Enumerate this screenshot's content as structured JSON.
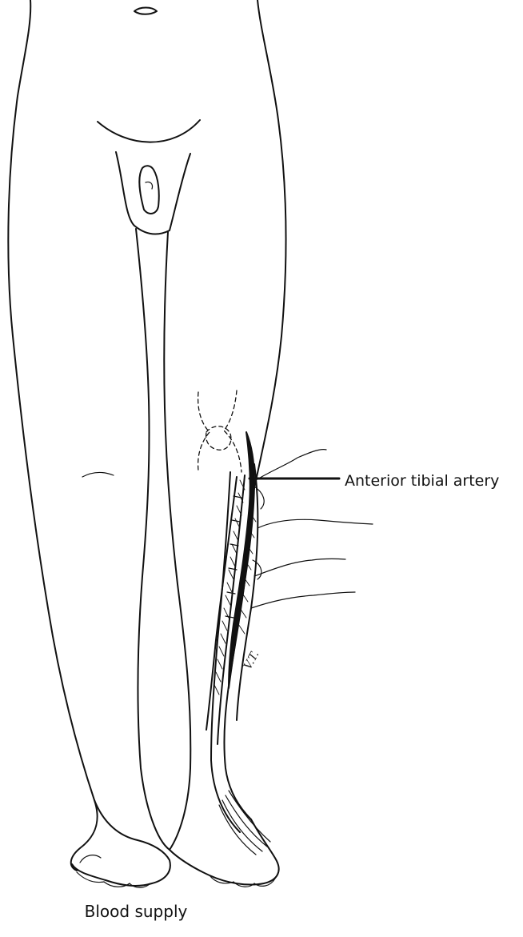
{
  "labels": {
    "artery": "Anterior tibial artery",
    "caption": "Blood supply",
    "signature": "V.T."
  }
}
